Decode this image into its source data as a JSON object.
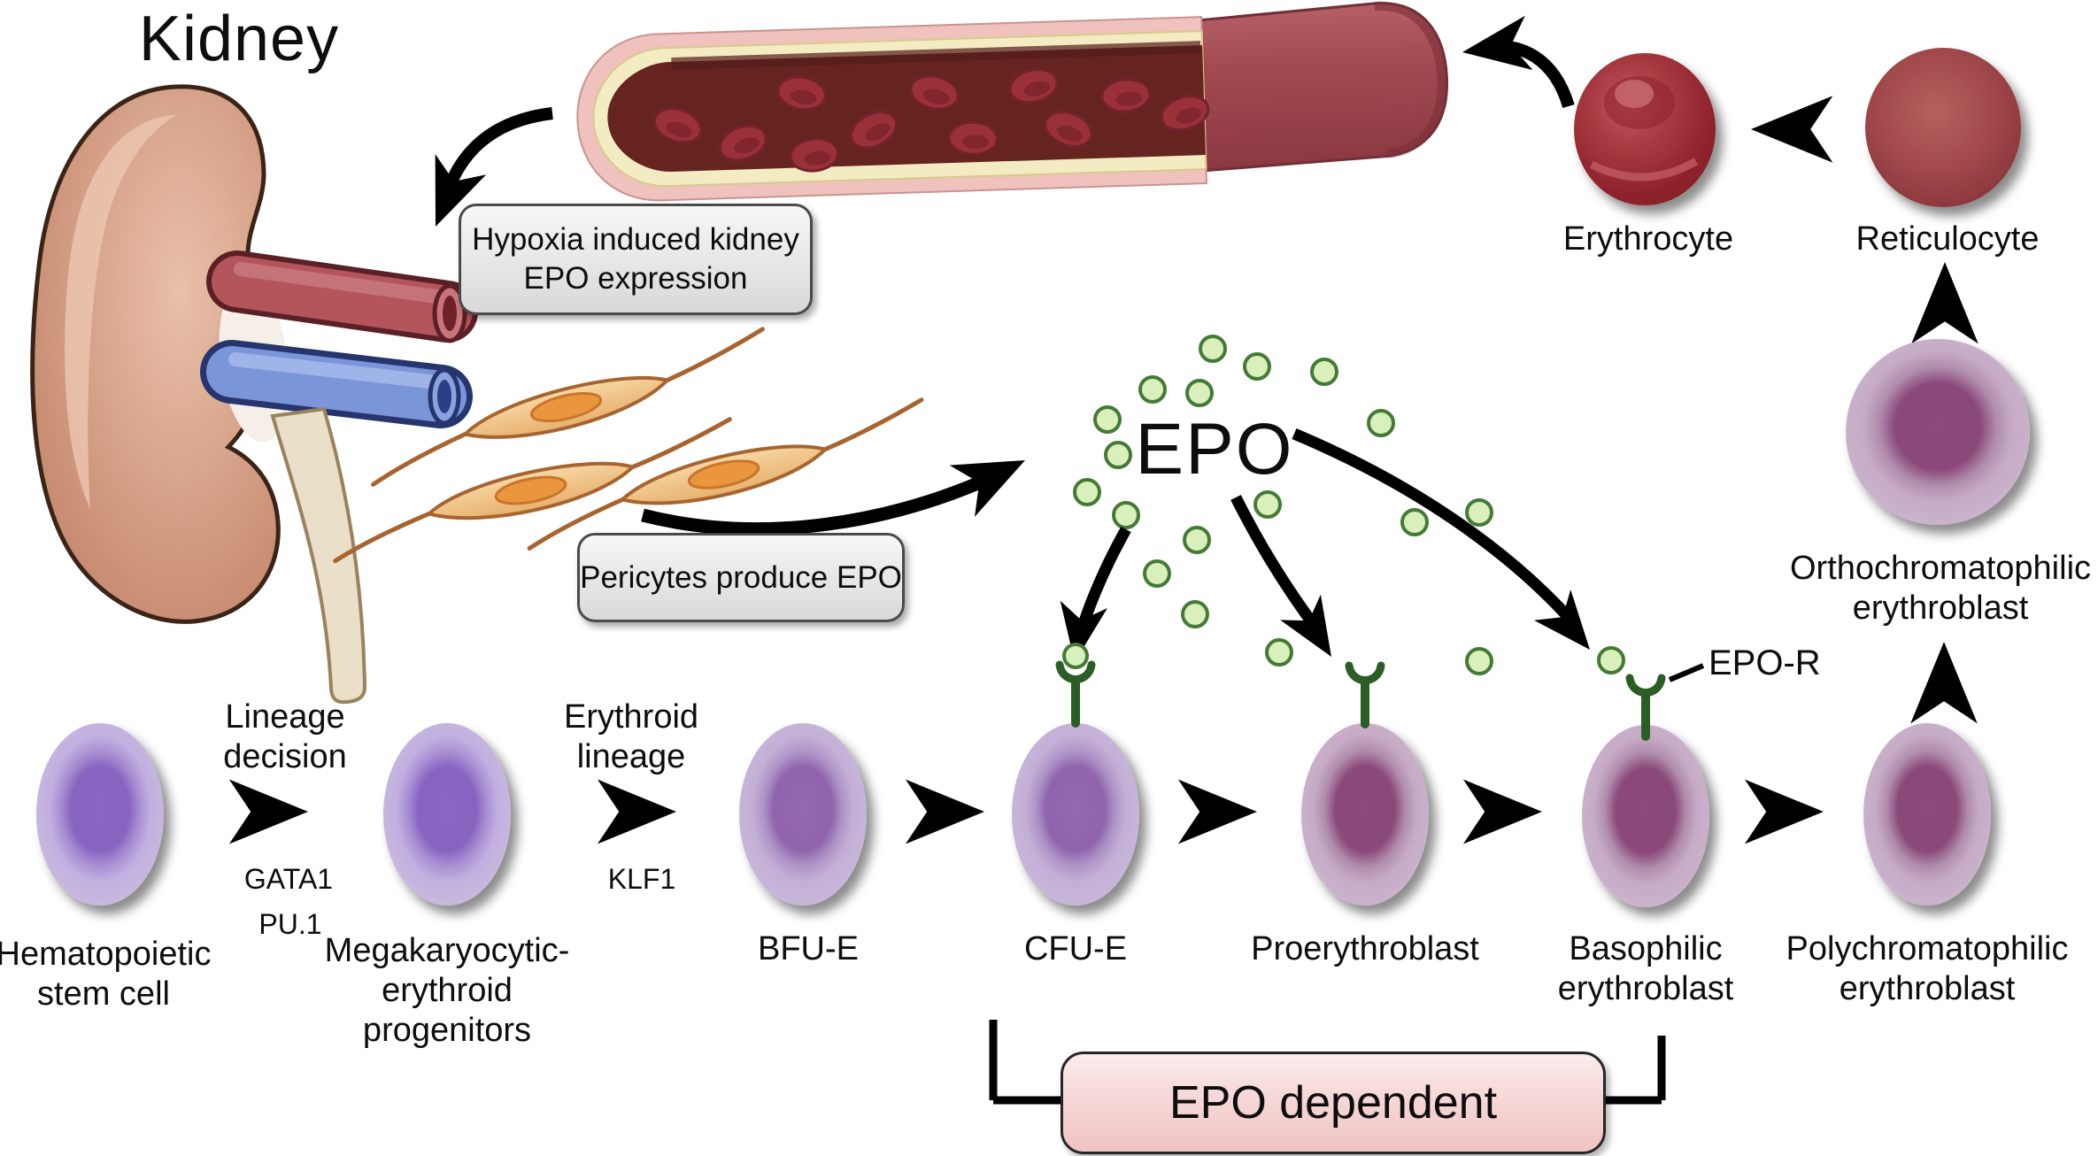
{
  "title": "Kidney",
  "callouts": {
    "hypoxia": "Hypoxia induced kidney\nEPO expression",
    "pericytes": "Pericytes produce EPO",
    "epo_dependent": "EPO dependent"
  },
  "epo": {
    "label": "EPO",
    "receptor_label": "EPO-R"
  },
  "stages": {
    "hsc": "Hematopoietic\nstem cell",
    "mep": "Megakaryocytic-\nerythroid\nprogenitors",
    "bfue": "BFU-E",
    "cfue": "CFU-E",
    "proerythroblast": "Proerythroblast",
    "basophilic": "Basophilic\nerythroblast",
    "polychromatophilic": "Polychromatophilic\nerythroblast",
    "orthochromatophilic": "Orthochromatophilic\nerythroblast",
    "reticulocyte": "Reticulocyte",
    "erythrocyte": "Erythrocyte"
  },
  "transitions": {
    "lineage_decision": "Lineage\ndecision",
    "gata1": "GATA1",
    "pu1": "PU.1",
    "erythroid_lineage": "Erythroid\nlineage",
    "klf1": "KLF1"
  },
  "colors": {
    "epo_molecule_fill": "#daf0bc",
    "epo_molecule_stroke": "#447a36",
    "epo_receptor": "#2a5e24",
    "progenitor_nucleus": "#8a66c2",
    "erythroid_nucleus": "#8d4b7c",
    "cell_cytoplasm": "#c9b8da",
    "red_blood_cell": "#9b3138",
    "vessel_lumen": "#662420",
    "kidney": "#d7a28a",
    "arrow": "#000000"
  }
}
